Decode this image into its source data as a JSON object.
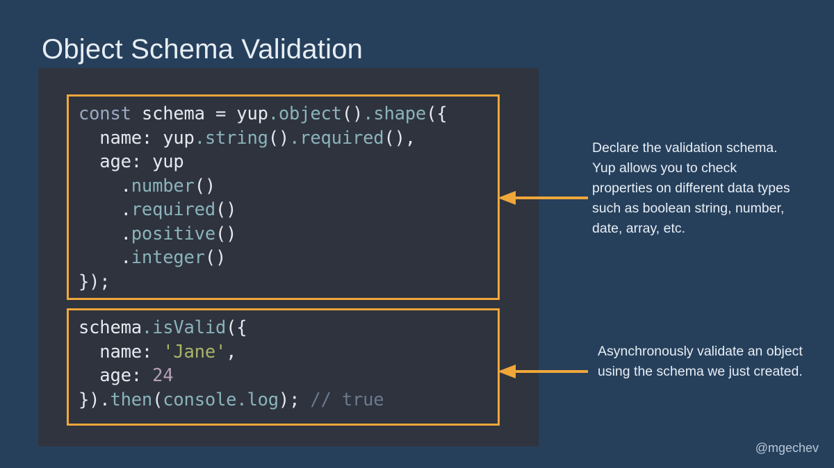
{
  "slide": {
    "title": "Object Schema Validation",
    "background_color": "#26405c",
    "accent_color": "#f0a73a",
    "watermark": "@mgechev"
  },
  "code_panel": {
    "background_color": "#30343f",
    "blocks": [
      {
        "id": "schema",
        "border_color": "#f0a73a",
        "lines": [
          [
            {
              "t": "const",
              "c": "kw"
            },
            {
              "t": " schema = yup",
              "c": "pln"
            },
            {
              "t": ".object",
              "c": "fn"
            },
            {
              "t": "()",
              "c": "pln"
            },
            {
              "t": ".shape",
              "c": "fn"
            },
            {
              "t": "({",
              "c": "pln"
            }
          ],
          [
            {
              "t": "  name: yup",
              "c": "pln"
            },
            {
              "t": ".string",
              "c": "fn"
            },
            {
              "t": "()",
              "c": "pln"
            },
            {
              "t": ".required",
              "c": "fn"
            },
            {
              "t": "(),",
              "c": "pln"
            }
          ],
          [
            {
              "t": "  age: yup",
              "c": "pln"
            }
          ],
          [
            {
              "t": "    .",
              "c": "pln"
            },
            {
              "t": "number",
              "c": "fn"
            },
            {
              "t": "()",
              "c": "pln"
            }
          ],
          [
            {
              "t": "    .",
              "c": "pln"
            },
            {
              "t": "required",
              "c": "fn"
            },
            {
              "t": "()",
              "c": "pln"
            }
          ],
          [
            {
              "t": "    .",
              "c": "pln"
            },
            {
              "t": "positive",
              "c": "fn"
            },
            {
              "t": "()",
              "c": "pln"
            }
          ],
          [
            {
              "t": "    .",
              "c": "pln"
            },
            {
              "t": "integer",
              "c": "fn"
            },
            {
              "t": "()",
              "c": "pln"
            }
          ],
          [
            {
              "t": "});",
              "c": "pln"
            }
          ]
        ]
      },
      {
        "id": "isvalid",
        "border_color": "#f0a73a",
        "lines": [
          [
            {
              "t": "schema",
              "c": "pln"
            },
            {
              "t": ".isValid",
              "c": "fn"
            },
            {
              "t": "({",
              "c": "pln"
            }
          ],
          [
            {
              "t": "  name: ",
              "c": "pln"
            },
            {
              "t": "'Jane'",
              "c": "str"
            },
            {
              "t": ",",
              "c": "pln"
            }
          ],
          [
            {
              "t": "  age: ",
              "c": "pln"
            },
            {
              "t": "24",
              "c": "num"
            }
          ],
          [
            {
              "t": "}).",
              "c": "pln"
            },
            {
              "t": "then",
              "c": "fn"
            },
            {
              "t": "(",
              "c": "pln"
            },
            {
              "t": "console.log",
              "c": "fn"
            },
            {
              "t": "); ",
              "c": "pln"
            },
            {
              "t": "// true",
              "c": "cmt"
            }
          ]
        ]
      }
    ]
  },
  "annotations": [
    {
      "id": "schema",
      "text": "Declare the validation schema. Yup allows you to check properties on different data types such as boolean string, number, date, array, etc.",
      "arrow": "arrow-left-icon"
    },
    {
      "id": "isvalid",
      "text": "Asynchronously validate an object using the schema we just created.",
      "arrow": "arrow-left-icon"
    }
  ]
}
